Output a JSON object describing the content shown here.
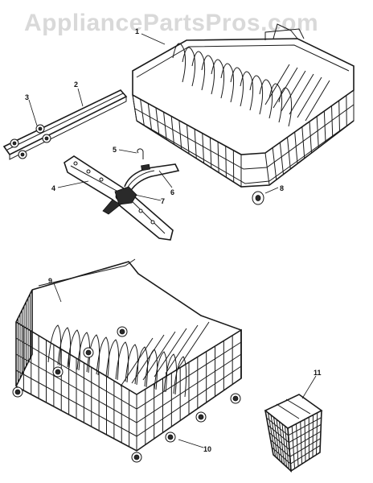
{
  "watermark": "AppliancePartsPros.com",
  "callouts": [
    {
      "id": "c1",
      "text": "1"
    },
    {
      "id": "c2",
      "text": "2"
    },
    {
      "id": "c3",
      "text": "3"
    },
    {
      "id": "c4",
      "text": "4"
    },
    {
      "id": "c5",
      "text": "5"
    },
    {
      "id": "c6",
      "text": "6"
    },
    {
      "id": "c7",
      "text": "7"
    },
    {
      "id": "c8",
      "text": "8"
    },
    {
      "id": "c9",
      "text": "9"
    },
    {
      "id": "c10",
      "text": "10"
    },
    {
      "id": "c11",
      "text": "11"
    }
  ],
  "colors": {
    "line": "#1a1a1a",
    "watermark": "#d9d9d9",
    "background": "#ffffff"
  }
}
